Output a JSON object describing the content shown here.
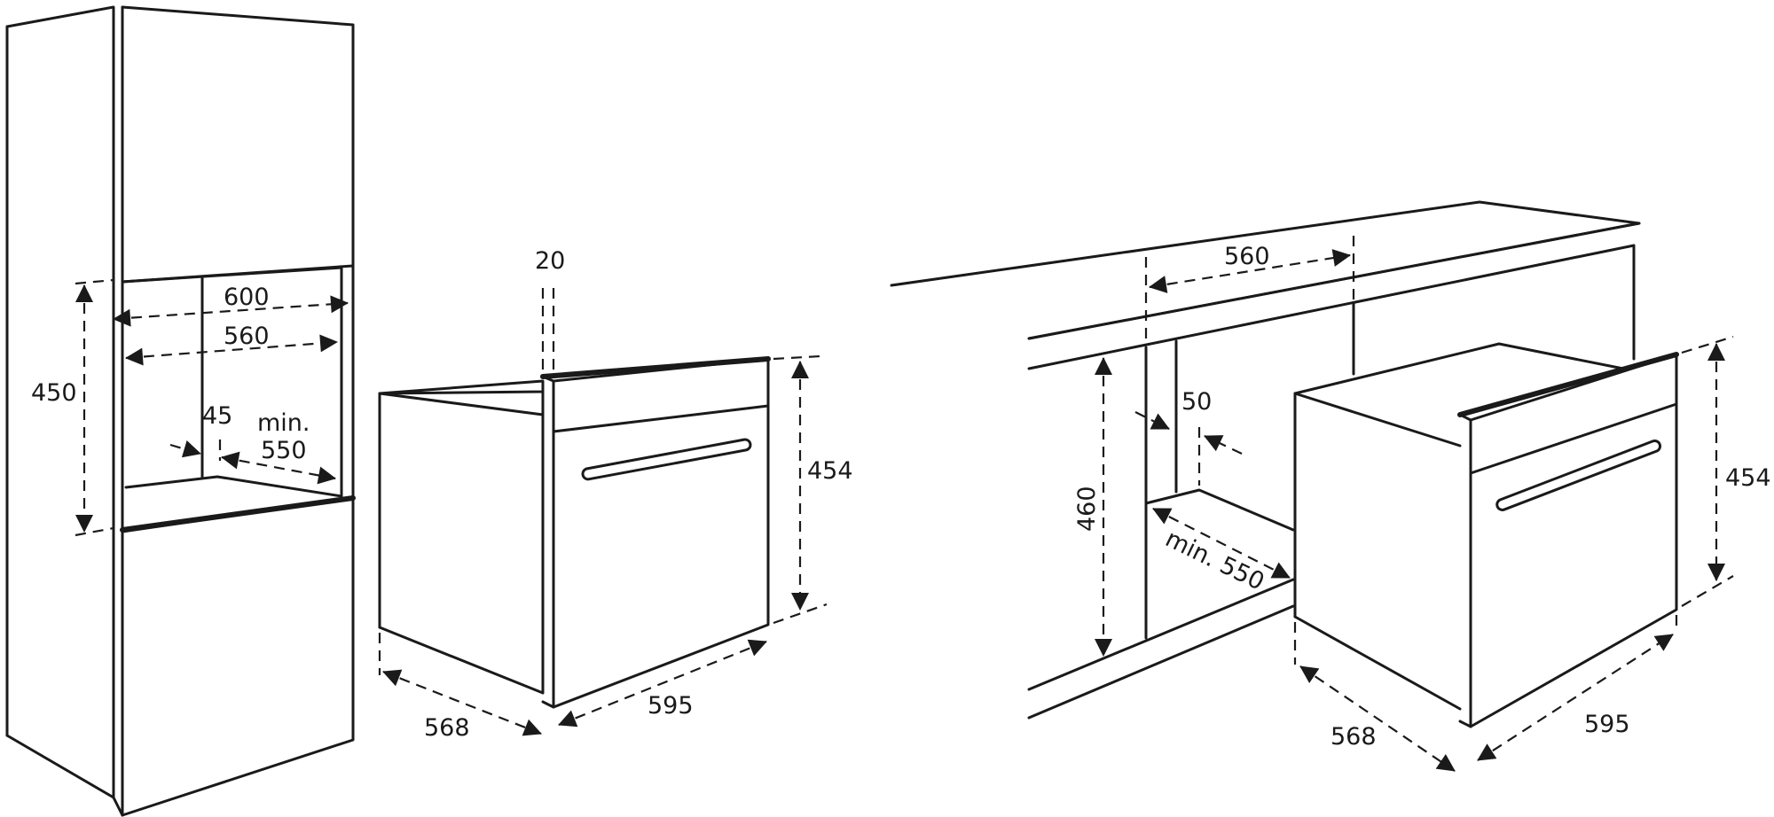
{
  "dimensions": {
    "left_niche": {
      "height": "450",
      "outer_width": "600",
      "inner_width": "560",
      "side_gap": "45",
      "depth_min_label": "min.",
      "depth_value": "550"
    },
    "oven_left": {
      "top_gap": "20",
      "height": "454",
      "depth": "568",
      "width": "595"
    },
    "right_niche": {
      "inner_width": "560",
      "height": "460",
      "side_gap": "50",
      "depth": "min. 550"
    },
    "oven_right": {
      "height": "454",
      "depth": "568",
      "width": "595"
    }
  }
}
